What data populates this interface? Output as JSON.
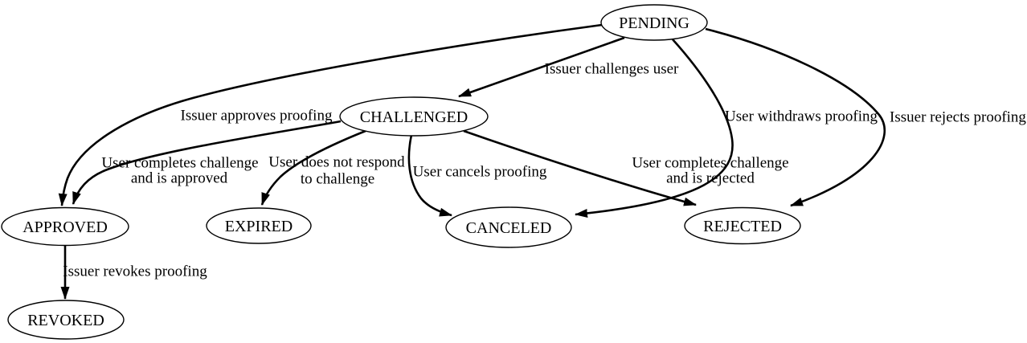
{
  "colors": {
    "background": "#ffffff",
    "stroke": "#000000",
    "text": "#000000"
  },
  "nodes": {
    "pending": {
      "label": "PENDING"
    },
    "challenged": {
      "label": "CHALLENGED"
    },
    "approved": {
      "label": "APPROVED"
    },
    "expired": {
      "label": "EXPIRED"
    },
    "canceled": {
      "label": "CANCELED"
    },
    "rejected": {
      "label": "REJECTED"
    },
    "revoked": {
      "label": "REVOKED"
    }
  },
  "edges": {
    "pending_challenged": {
      "from": "PENDING",
      "to": "CHALLENGED",
      "label": "Issuer challenges user"
    },
    "pending_approved": {
      "from": "PENDING",
      "to": "APPROVED",
      "label": "Issuer approves proofing"
    },
    "pending_canceled": {
      "from": "PENDING",
      "to": "CANCELED",
      "label": "User withdraws proofing"
    },
    "pending_rejected": {
      "from": "PENDING",
      "to": "REJECTED",
      "label": "Issuer rejects proofing"
    },
    "challenged_approved": {
      "from": "CHALLENGED",
      "to": "APPROVED",
      "lines": [
        "User completes challenge",
        "and is approved"
      ]
    },
    "challenged_expired": {
      "from": "CHALLENGED",
      "to": "EXPIRED",
      "lines": [
        "User does not respond",
        "to challenge"
      ]
    },
    "challenged_canceled": {
      "from": "CHALLENGED",
      "to": "CANCELED",
      "label": "User cancels proofing"
    },
    "challenged_rejected": {
      "from": "CHALLENGED",
      "to": "REJECTED",
      "lines": [
        "User completes challenge",
        "and is rejected"
      ]
    },
    "approved_revoked": {
      "from": "APPROVED",
      "to": "REVOKED",
      "label": "Issuer revokes proofing"
    }
  }
}
